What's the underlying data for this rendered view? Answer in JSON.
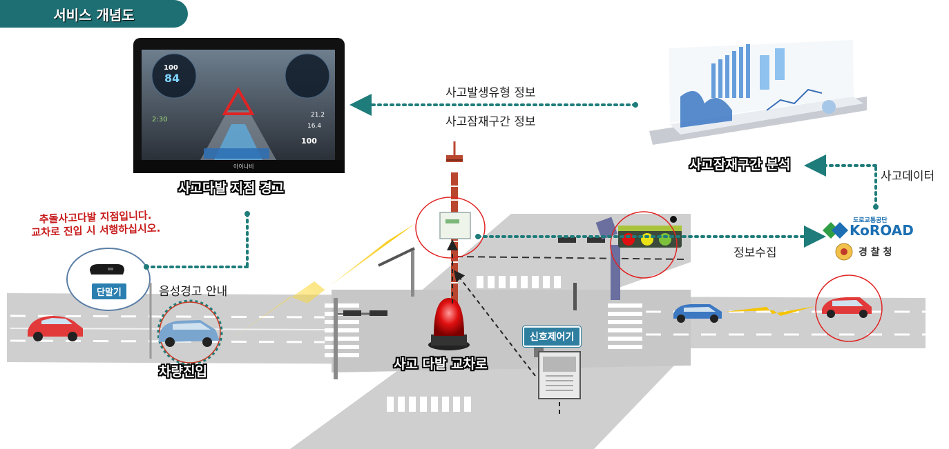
{
  "title": "서비스 개념도",
  "labels": {
    "accident_multi_warning": "사고다발 지점 경고",
    "accident_type_info": "사고발생유형 정보",
    "latent_section_info": "사고잠재구간 정보",
    "latent_section_analysis": "사고잠재구간 분석",
    "accident_data": "사고데이터",
    "info_collection": "정보수집",
    "voice_guide": "음성경고 안내",
    "vehicle_entry": "차량진입",
    "accident_intersection": "사고 다발 교차로",
    "signal_controller": "신호제어기",
    "terminal": "단말기"
  },
  "warning_message": {
    "line1": "추돌사고다발 지점입니다.",
    "line2": "교차로 진입 시 서행하십시오."
  },
  "organizations": {
    "koroad_small": "도로교통공단",
    "koroad": "KoROAD",
    "police": "경 찰 청"
  },
  "navigation_screen": {
    "speed_limit": "100",
    "current_speed": "84",
    "clock": "2:30",
    "distance_1": "21.2",
    "distance_2": "16.4",
    "distance_3": "100",
    "brand": "아이나비"
  },
  "colors": {
    "teal_arrow": "#1e7c7a",
    "title_bg": "#1e6f73",
    "warning_red": "#c71b1b",
    "road_gray": "#c9c9c9"
  }
}
